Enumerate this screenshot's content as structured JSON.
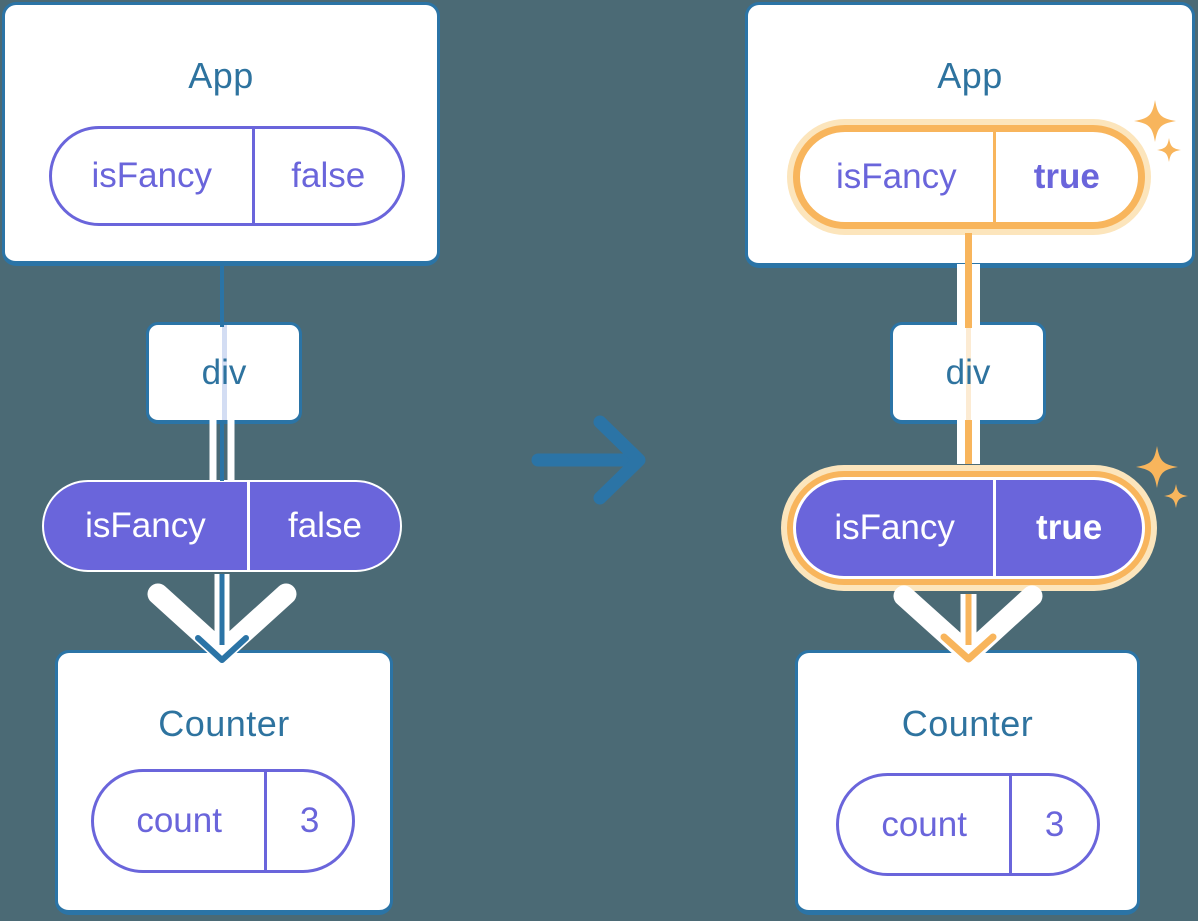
{
  "colors": {
    "background": "#4B6A75",
    "blue": "#2B74A6",
    "title_text": "#2E739F",
    "purple": "#6A65DB",
    "lavender_line": "#D3DDF3",
    "orange": "#F8B55C",
    "orange_halo": "#FCE5BC",
    "orange_pale_line": "#FCEBD3",
    "white": "#FFFFFF"
  },
  "before": {
    "app": {
      "title": "App",
      "state_pill": {
        "key": "isFancy",
        "value": "false"
      }
    },
    "div_node": {
      "label": "div"
    },
    "prop_pill": {
      "key": "isFancy",
      "value": "false"
    },
    "counter": {
      "title": "Counter",
      "state_pill": {
        "key": "count",
        "value": "3"
      }
    }
  },
  "after": {
    "app": {
      "title": "App",
      "state_pill": {
        "key": "isFancy",
        "value": "true"
      }
    },
    "div_node": {
      "label": "div"
    },
    "prop_pill": {
      "key": "isFancy",
      "value": "true"
    },
    "counter": {
      "title": "Counter",
      "state_pill": {
        "key": "count",
        "value": "3"
      }
    }
  }
}
